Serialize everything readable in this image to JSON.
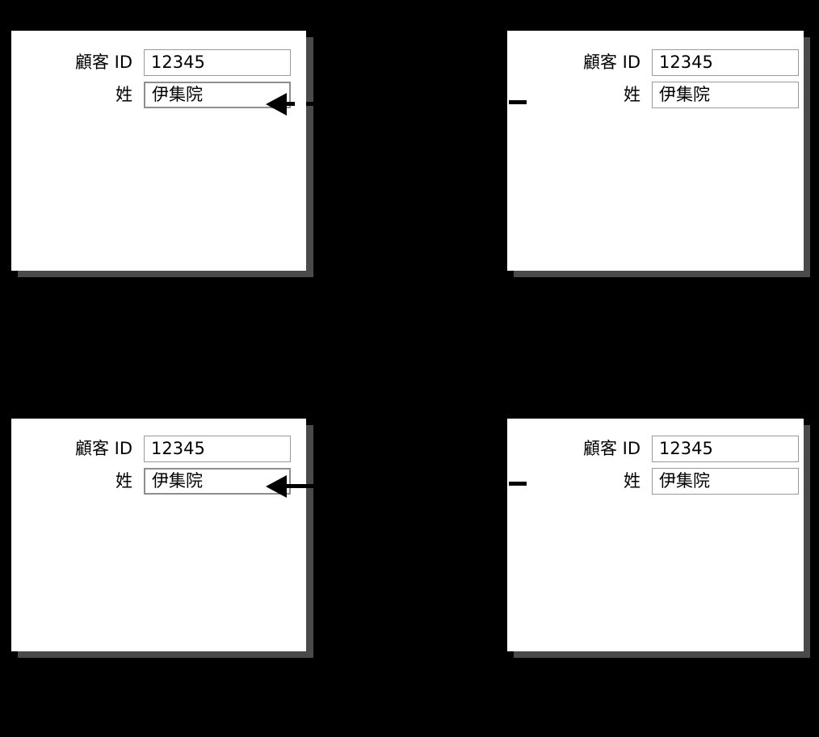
{
  "background_color": "#000000",
  "panel_color": "#ffffff",
  "shadow_color": "#4a4a4a",
  "field_border_color": "#9a9a9a",
  "marker_color": "#000000",
  "fields": {
    "customer_id_label": "顧客 ID",
    "customer_id_value": "12345",
    "surname_label": "姓",
    "surname_value": "伊集院"
  },
  "panels": [
    {
      "id": "panel-top-left",
      "position": "top-left",
      "customer_id_label": "顧客 ID",
      "customer_id_value": "12345",
      "surname_label": "姓",
      "surname_value": "伊集院",
      "surname_focused": true,
      "marker": "arrow-left",
      "marker_name": "focus-arrow-indicator"
    },
    {
      "id": "panel-top-right",
      "position": "top-right",
      "customer_id_label": "顧客 ID",
      "customer_id_value": "12345",
      "surname_label": "姓",
      "surname_value": "伊集院",
      "surname_focused": false,
      "marker": "dash-stub",
      "marker_name": "connector-stub"
    },
    {
      "id": "panel-bottom-left",
      "position": "bottom-left",
      "customer_id_label": "顧客 ID",
      "customer_id_value": "12345",
      "surname_label": "姓",
      "surname_value": "伊集院",
      "surname_focused": true,
      "marker": "arrow-left",
      "marker_name": "focus-arrow-indicator"
    },
    {
      "id": "panel-bottom-right",
      "position": "bottom-right",
      "customer_id_label": "顧客 ID",
      "customer_id_value": "12345",
      "surname_label": "姓",
      "surname_value": "伊集院",
      "surname_focused": false,
      "marker": "dash-stub",
      "marker_name": "connector-stub"
    }
  ]
}
